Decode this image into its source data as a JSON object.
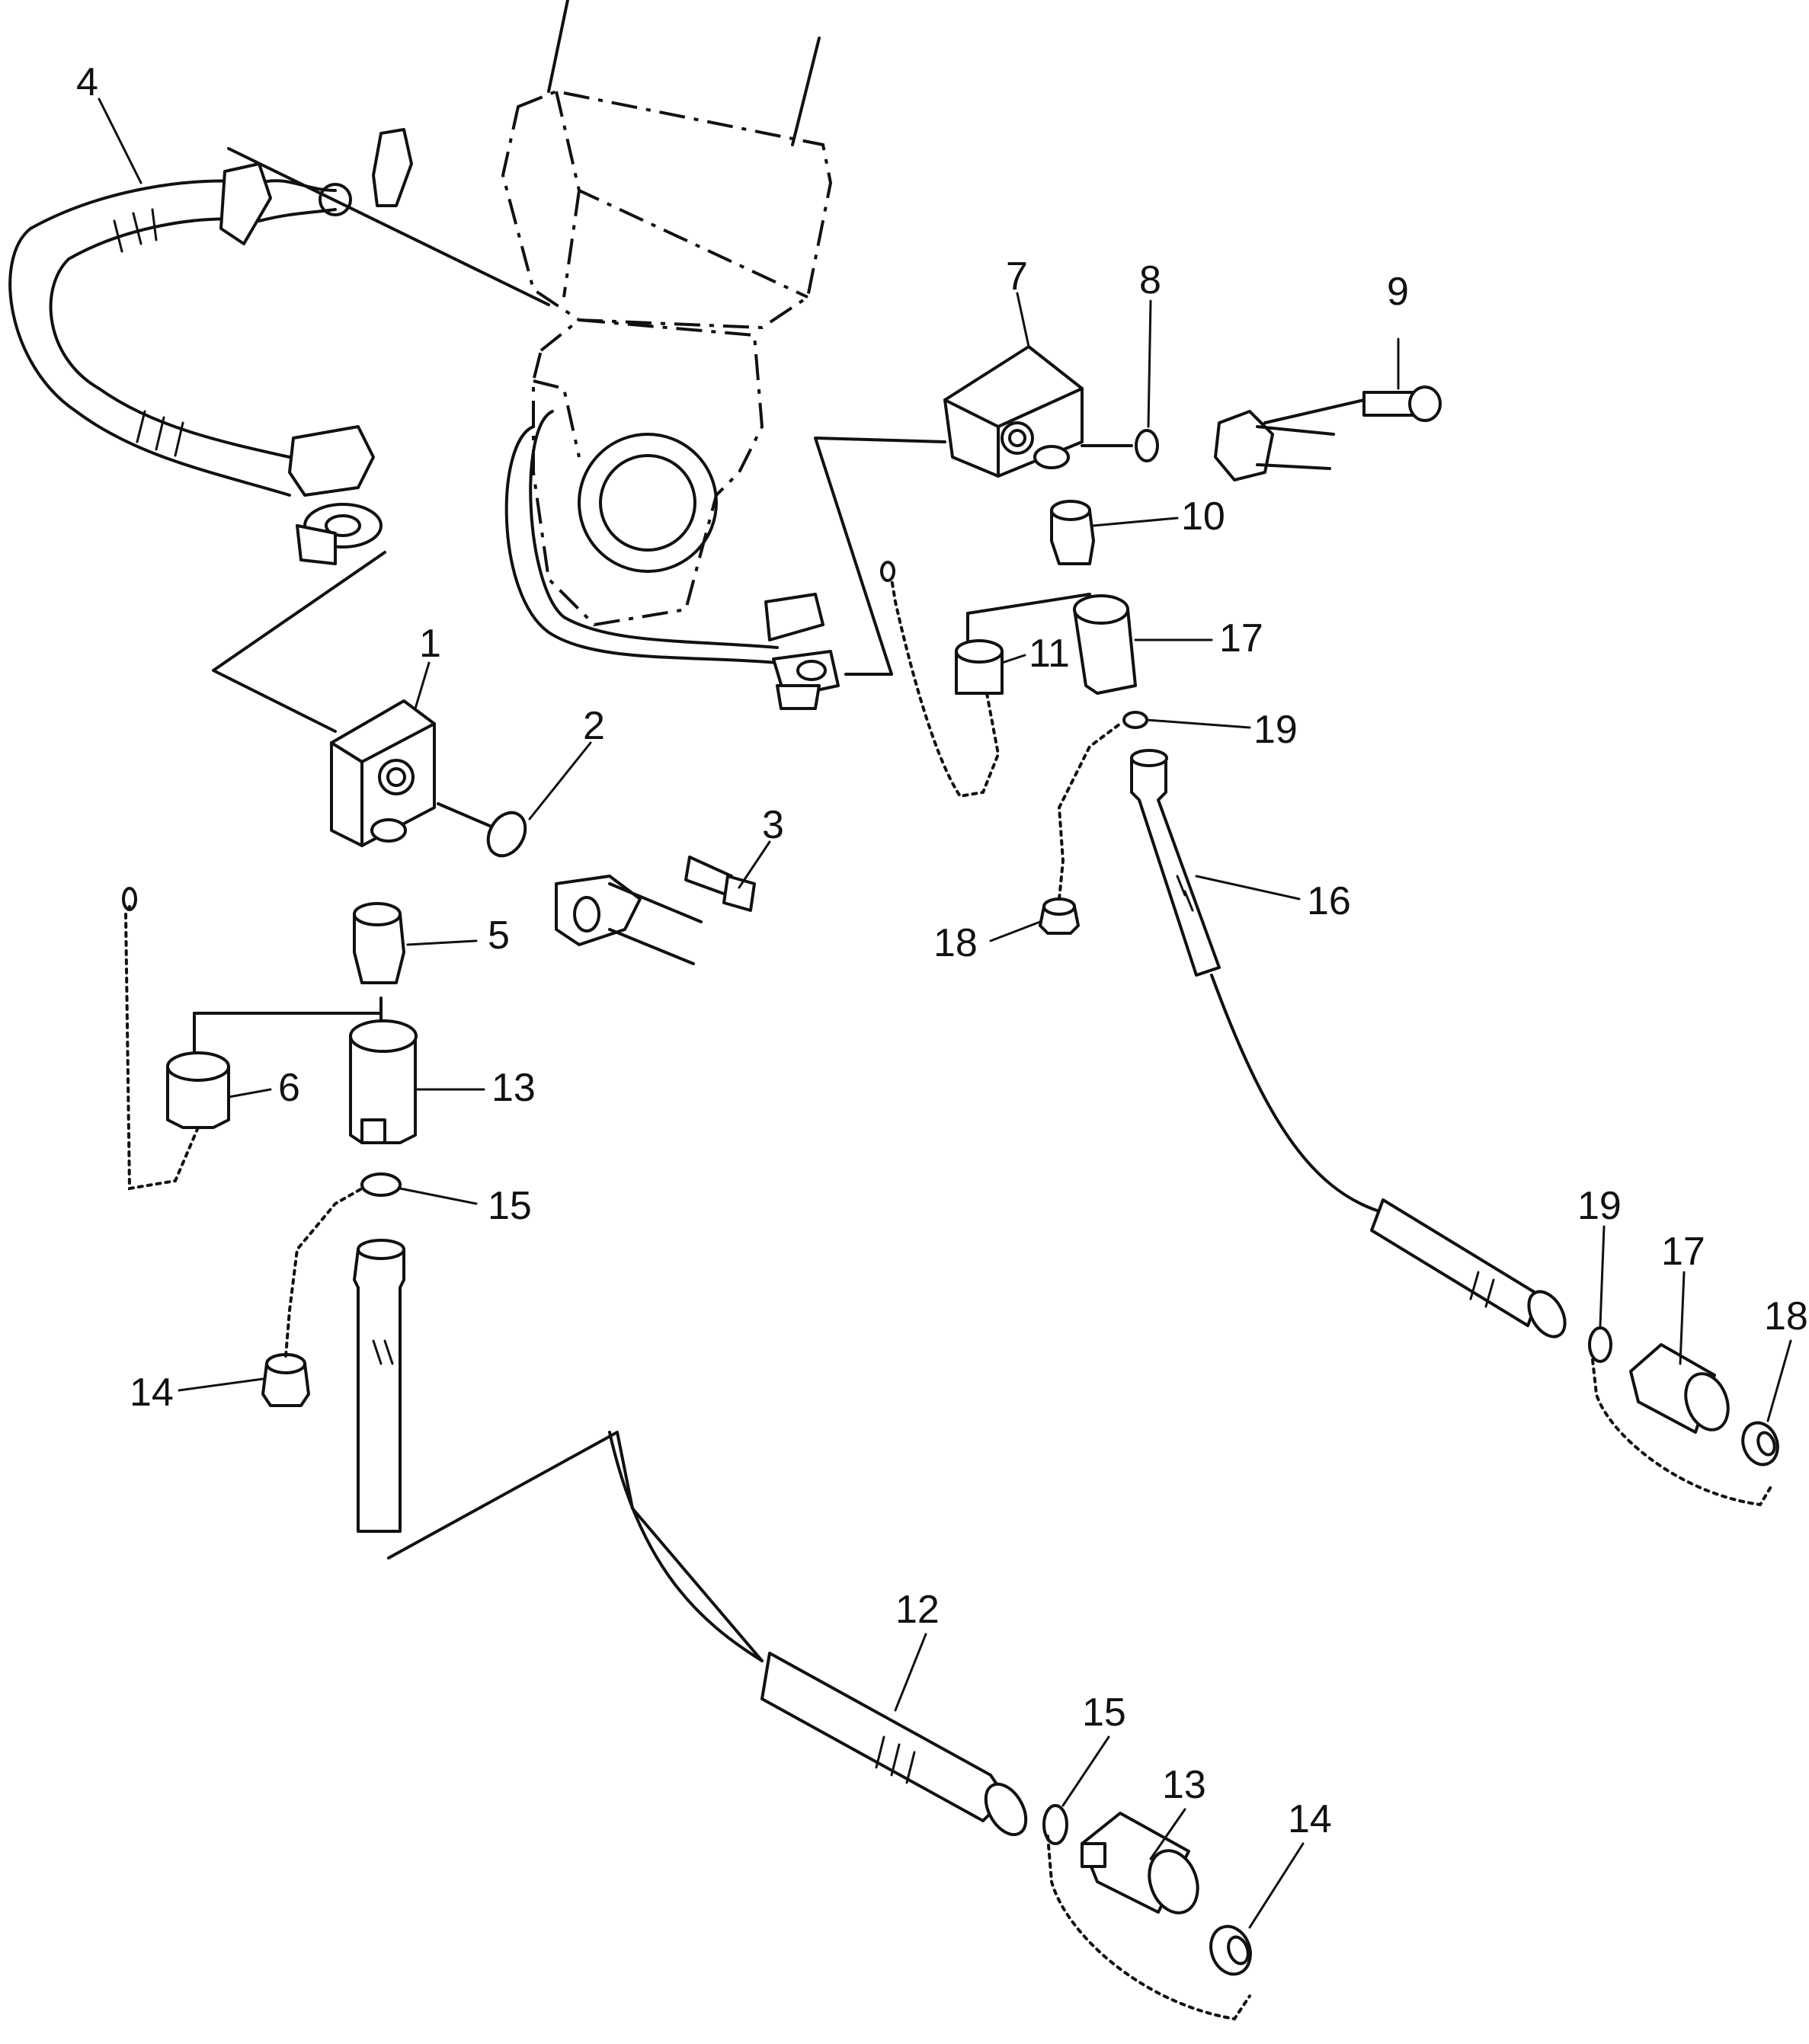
{
  "labels": {
    "p1": "1",
    "p2": "2",
    "p3": "3",
    "p4": "4",
    "p5": "5",
    "p6": "6",
    "p7": "7",
    "p8": "8",
    "p9": "9",
    "p10": "10",
    "p11": "11",
    "p12": "12",
    "p13a": "13",
    "p13b": "13",
    "p14a": "14",
    "p14b": "14",
    "p15a": "15",
    "p15b": "15",
    "p16": "16",
    "p17a": "17",
    "p17b": "17",
    "p18a": "18",
    "p18b": "18",
    "p19a": "19",
    "p19b": "19"
  }
}
